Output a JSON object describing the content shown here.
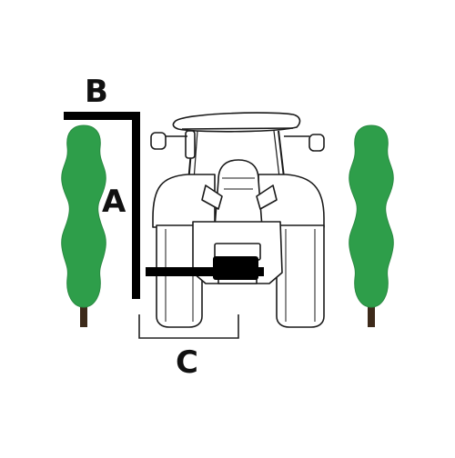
{
  "labels": {
    "a": "A",
    "b": "B",
    "c": "C"
  },
  "icons": [
    "tree-icon",
    "tractor-icon",
    "mower-arm-icon"
  ],
  "colors": {
    "tree_foliage": "#2e9e4a",
    "tree_trunk": "#3d2a1a",
    "line_art": "#1a1a1a",
    "measure_bar": "#000000",
    "background": "#ffffff"
  }
}
